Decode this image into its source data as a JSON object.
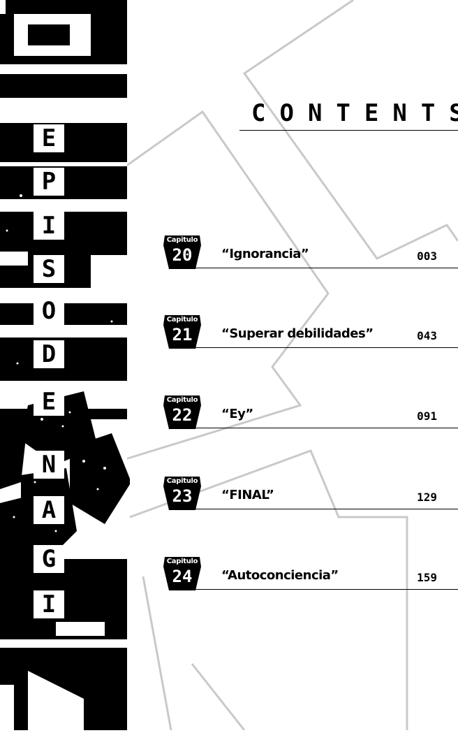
{
  "page": {
    "title": "CONTENTS",
    "spine_text": [
      "E",
      "P",
      "I",
      "S",
      "O",
      "D",
      "E",
      "",
      "N",
      "A",
      "G",
      "I"
    ]
  },
  "entries": [
    {
      "badge_word": "Capitulo",
      "number": "20",
      "title": "“Ignorancia”",
      "page": "003"
    },
    {
      "badge_word": "Capitulo",
      "number": "21",
      "title": "“Superar debilidades”",
      "page": "043"
    },
    {
      "badge_word": "Capitulo",
      "number": "22",
      "title": "“Ey”",
      "page": "091"
    },
    {
      "badge_word": "Capitulo",
      "number": "23",
      "title": "“FINAL”",
      "page": "129"
    },
    {
      "badge_word": "Capitulo",
      "number": "24",
      "title": "“Autoconciencia”",
      "page": "159"
    }
  ],
  "colors": {
    "ink": "#000000",
    "paper": "#ffffff",
    "sketch": "#c8c8c8"
  }
}
